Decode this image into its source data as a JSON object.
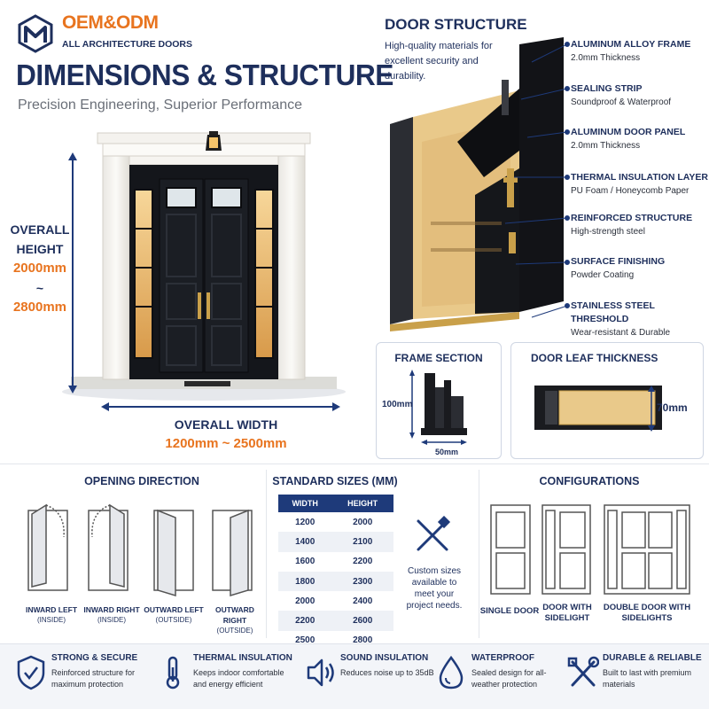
{
  "brand": {
    "name": "OEM&ODM",
    "subtitle": "ALL ARCHITECTURE DOORS"
  },
  "title": "DIMENSIONS & STRUCTURE",
  "subtitle": "Precision Engineering, Superior Performance",
  "height": {
    "label1": "OVERALL",
    "label2": "HEIGHT",
    "min": "2000mm",
    "sep": "~",
    "max": "2800mm"
  },
  "width": {
    "label": "OVERALL WIDTH",
    "range": "1200mm ~ 2500mm"
  },
  "structure": {
    "title": "DOOR STRUCTURE",
    "desc": "High-quality materials for excellent security and durability.",
    "callouts": [
      {
        "title": "ALUMINUM ALLOY FRAME",
        "desc": "2.0mm Thickness"
      },
      {
        "title": "SEALING STRIP",
        "desc": "Soundproof & Waterproof"
      },
      {
        "title": "ALUMINUM DOOR PANEL",
        "desc": "2.0mm Thickness"
      },
      {
        "title": "THERMAL INSULATION LAYER",
        "desc": "PU Foam / Honeycomb Paper"
      },
      {
        "title": "REINFORCED STRUCTURE",
        "desc": "High-strength steel"
      },
      {
        "title": "SURFACE FINISHING",
        "desc": "Powder Coating"
      },
      {
        "title": "STAINLESS STEEL THRESHOLD",
        "desc": "Wear-resistant & Durable"
      }
    ]
  },
  "frame_section": {
    "title": "FRAME SECTION",
    "height": "100mm",
    "width": "50mm"
  },
  "leaf_thickness": {
    "title": "DOOR LEAF THICKNESS",
    "value": "70mm"
  },
  "opening": {
    "title": "OPENING DIRECTION",
    "items": [
      {
        "name": "INWARD LEFT",
        "sub": "(INSIDE)"
      },
      {
        "name": "INWARD RIGHT",
        "sub": "(INSIDE)"
      },
      {
        "name": "OUTWARD LEFT",
        "sub": "(OUTSIDE)"
      },
      {
        "name": "OUTWARD RIGHT",
        "sub": "(OUTSIDE)"
      }
    ]
  },
  "sizes": {
    "title": "STANDARD SIZES (MM)",
    "headers": [
      "WIDTH",
      "HEIGHT"
    ],
    "rows": [
      [
        "1200",
        "2000"
      ],
      [
        "1400",
        "2100"
      ],
      [
        "1600",
        "2200"
      ],
      [
        "1800",
        "2300"
      ],
      [
        "2000",
        "2400"
      ],
      [
        "2200",
        "2600"
      ],
      [
        "2500",
        "2800"
      ]
    ],
    "custom_note": "Custom sizes available to meet your project needs."
  },
  "configurations": {
    "title": "CONFIGURATIONS",
    "items": [
      "SINGLE DOOR",
      "DOOR WITH SIDELIGHT",
      "DOUBLE DOOR WITH SIDELIGHTS"
    ]
  },
  "features": [
    {
      "icon": "shield-check-icon",
      "title": "STRONG & SECURE",
      "desc": "Reinforced structure for maximum protection"
    },
    {
      "icon": "thermometer-icon",
      "title": "THERMAL INSULATION",
      "desc": "Keeps indoor comfortable and energy efficient"
    },
    {
      "icon": "speaker-icon",
      "title": "SOUND INSULATION",
      "desc": "Reduces noise up to 35dB"
    },
    {
      "icon": "water-drop-icon",
      "title": "WATERPROOF",
      "desc": "Sealed design for all-weather protection"
    },
    {
      "icon": "tools-icon",
      "title": "DURABLE & RELIABLE",
      "desc": "Built to last with premium materials"
    }
  ],
  "colors": {
    "navy": "#1e2f5c",
    "orange": "#e8741f",
    "door": "#15171c",
    "gold": "#c9a04a"
  }
}
